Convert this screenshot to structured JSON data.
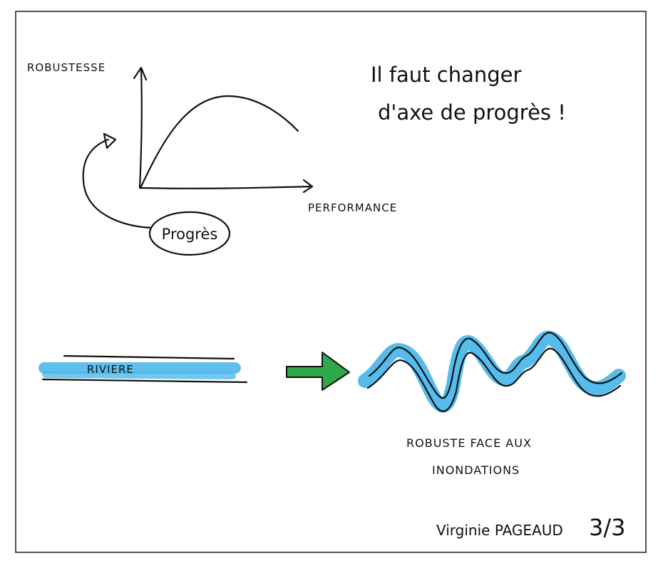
{
  "graph": {
    "y_axis_label": "ROBUSTESSE",
    "x_axis_label": "PERFORMANCE",
    "bubble_label": "Progrès"
  },
  "message": {
    "line1": "Il faut changer",
    "line2": "d'axe de progrès !"
  },
  "river": {
    "straight_label": "RIVIERE",
    "caption_line1": "ROBUSTE FACE AUX",
    "caption_line2": "INONDATIONS"
  },
  "footer": {
    "author": "Virginie PAGEAUD",
    "page_number": "3/3"
  },
  "colors": {
    "ink": "#111111",
    "river_blue": "#4db8ea",
    "arrow_green": "#2ea84a",
    "frame": "#555555",
    "background": "#ffffff"
  }
}
